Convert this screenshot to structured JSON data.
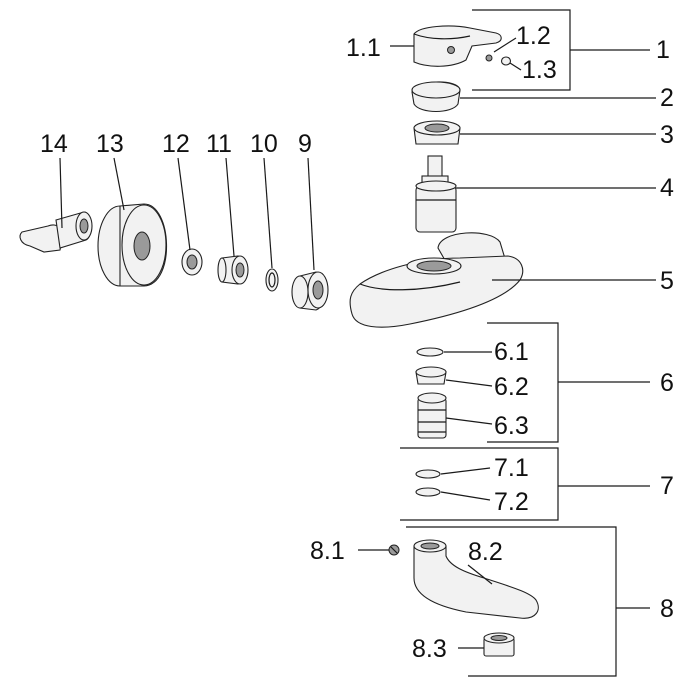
{
  "labels": {
    "l1": "1",
    "l1_1": "1.1",
    "l1_2": "1.2",
    "l1_3": "1.3",
    "l2": "2",
    "l3": "3",
    "l4": "4",
    "l5": "5",
    "l6": "6",
    "l6_1": "6.1",
    "l6_2": "6.2",
    "l6_3": "6.3",
    "l7": "7",
    "l7_1": "7.1",
    "l7_2": "7.2",
    "l8": "8",
    "l8_1": "8.1",
    "l8_2": "8.2",
    "l8_3": "8.3",
    "l9": "9",
    "l10": "10",
    "l11": "11",
    "l12": "12",
    "l13": "13",
    "l14": "14"
  }
}
